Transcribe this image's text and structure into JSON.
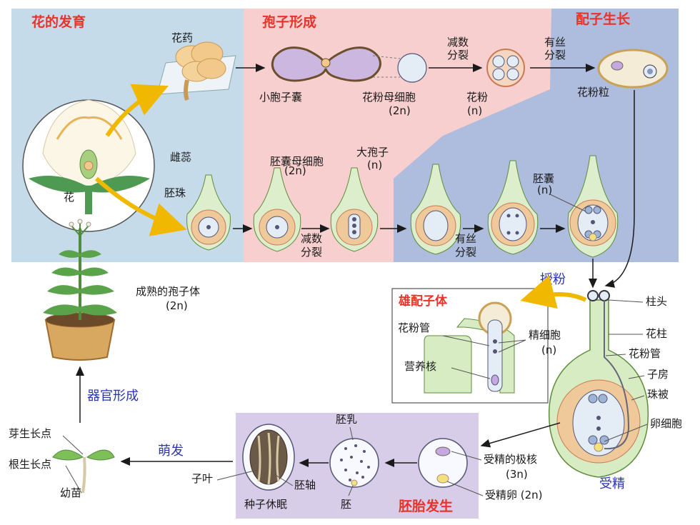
{
  "sections": {
    "flower_development": "花的发育",
    "spore_formation": "孢子形成",
    "gamete_growth": "配子生长",
    "male_gametophyte": "雄配子体",
    "embryo_development": "胚胎发生"
  },
  "processes": {
    "pollination": "授粉",
    "fertilization": "受精",
    "germination": "萌发",
    "organ_formation": "器官形成"
  },
  "labels": {
    "anther": "花药",
    "microsporangium": "小胞子囊",
    "pollen_mother_cell": "花粉母细胞",
    "pollen_mother_ploidy": "(2n)",
    "meiosis_top_a": "减数",
    "meiosis_top_b": "分裂",
    "pollen": "花粉",
    "pollen_ploidy": "(n)",
    "mitosis_top_a": "有丝",
    "mitosis_top_b": "分裂",
    "pollen_grain": "花粉粒",
    "flower": "花",
    "pistil": "雌蕊",
    "ovule": "胚珠",
    "megaspore_mother": "胚囊母细胞",
    "megaspore_mother_ploidy": "(2n)",
    "megaspore": "大孢子",
    "megaspore_ploidy": "(n)",
    "meiosis_bot_a": "减数",
    "meiosis_bot_b": "分裂",
    "mitosis_bot_a": "有丝",
    "mitosis_bot_b": "分裂",
    "embryo_sac": "胚囊",
    "embryo_sac_ploidy": "(n)",
    "mature_sporophyte": "成熟的孢子体",
    "mature_sporophyte_ploidy": "(2n)",
    "stigma": "柱头",
    "style": "花柱",
    "pollen_tube_r": "花粉管",
    "ovary": "子房",
    "integument": "珠被",
    "egg_cell": "卵细胞",
    "pollen_tube_box": "花粉管",
    "sperm_cell": "精细胞",
    "sperm_ploidy": "(n)",
    "vegetative_nucleus": "营养核",
    "endosperm": "胚乳",
    "hypocotyl": "胚轴",
    "cotyledon": "子叶",
    "embryo": "胚",
    "seed_dormancy": "种子休眠",
    "fertilized_polar": "受精的极核",
    "fertilized_polar_ploidy": "(3n)",
    "fertilized_egg": "受精卵 (2n)",
    "shoot_apex": "芽生长点",
    "root_apex": "根生长点",
    "seedling": "幼苗"
  }
}
